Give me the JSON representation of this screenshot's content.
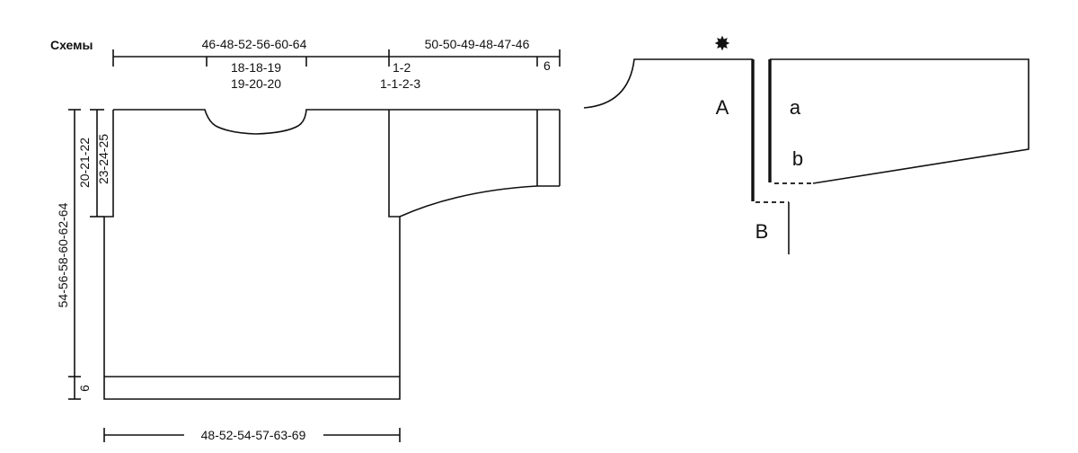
{
  "title": "Схемы",
  "dimensions": {
    "top_body": "46-48-52-56-60-64",
    "top_sleeve": "50-50-49-48-47-46",
    "neck_line1": "18-18-19",
    "neck_line2": "19-20-20",
    "shoulder_line1": "1-2",
    "shoulder_line2": "1-1-2-3",
    "cuff": "6",
    "armhole_line1": "20-21-22",
    "armhole_line2": "23-24-25",
    "length": "54-56-58-60-62-64",
    "border": "6",
    "bottom_width": "48-52-54-57-63-69"
  },
  "labels": {
    "A": "A",
    "a": "a",
    "b": "b",
    "B": "B",
    "star": "✸"
  }
}
